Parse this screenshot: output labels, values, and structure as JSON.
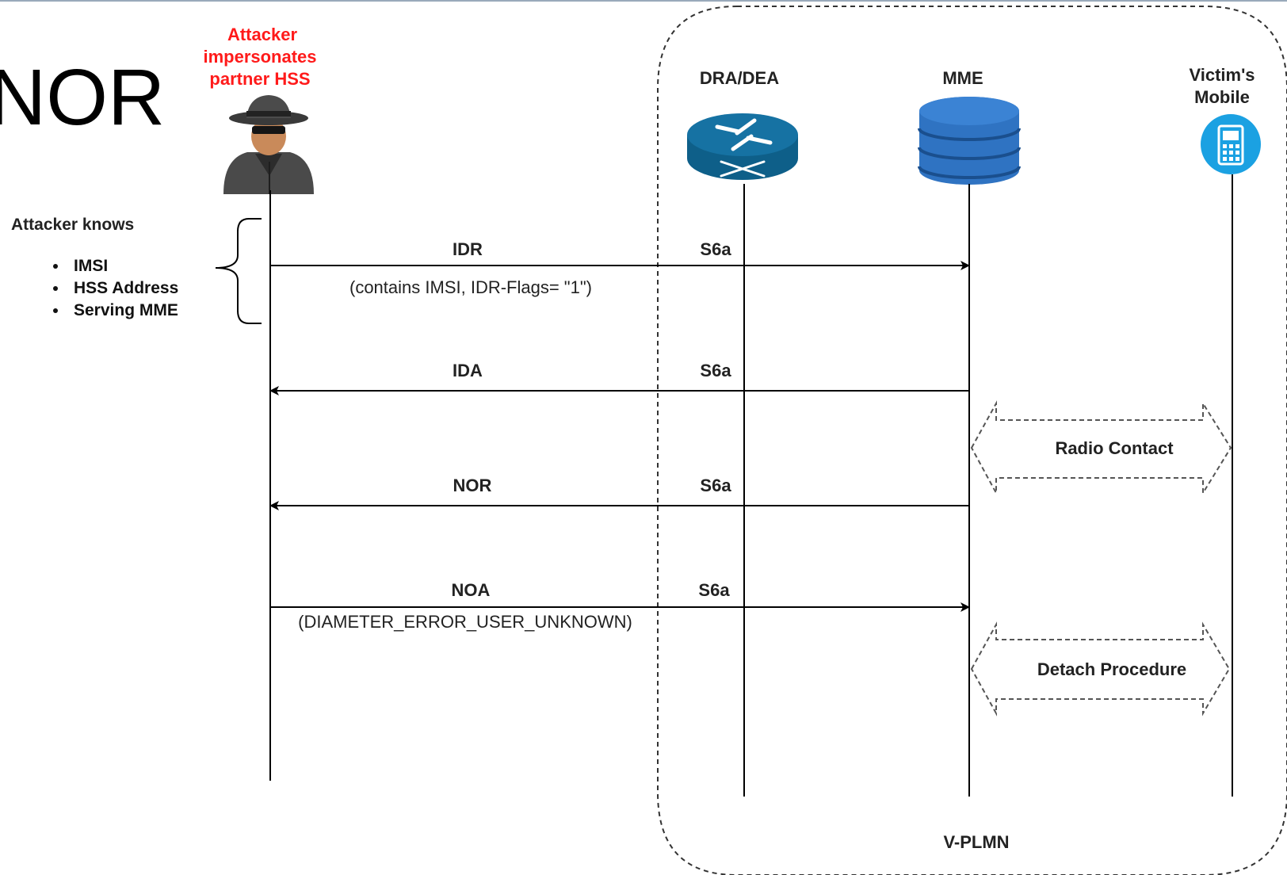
{
  "slide": {
    "title_fragment": "NOR"
  },
  "attacker": {
    "title_lines": [
      "Attacker",
      "impersonates",
      "partner HSS"
    ],
    "icon": "spy-icon"
  },
  "knows": {
    "title": "Attacker knows",
    "items": [
      "IMSI",
      "HSS Address",
      "Serving MME"
    ]
  },
  "nodes": {
    "dra": {
      "label": "DRA/DEA",
      "icon": "router-icon",
      "color": "#0e5f89"
    },
    "mme": {
      "label": "MME",
      "icon": "database-icon",
      "color": "#2f73c2"
    },
    "mobile": {
      "label_lines": [
        "Victim's",
        "Mobile"
      ],
      "icon": "mobile-phone-icon",
      "color": "#1ba1e2"
    }
  },
  "messages": [
    {
      "name": "IDR",
      "interface": "S6a",
      "detail": "(contains IMSI, IDR-Flags= \"1\")",
      "direction": "to-mme"
    },
    {
      "name": "IDA",
      "interface": "S6a",
      "detail": "",
      "direction": "to-attacker"
    },
    {
      "name": "NOR",
      "interface": "S6a",
      "detail": "",
      "direction": "to-attacker"
    },
    {
      "name": "NOA",
      "interface": "S6a",
      "detail": "(DIAMETER_ERROR_USER_UNKNOWN)",
      "direction": "to-mme"
    }
  ],
  "procedures": [
    {
      "label": "Radio Contact"
    },
    {
      "label": "Detach Procedure"
    }
  ],
  "zone": {
    "label": "V-PLMN"
  }
}
